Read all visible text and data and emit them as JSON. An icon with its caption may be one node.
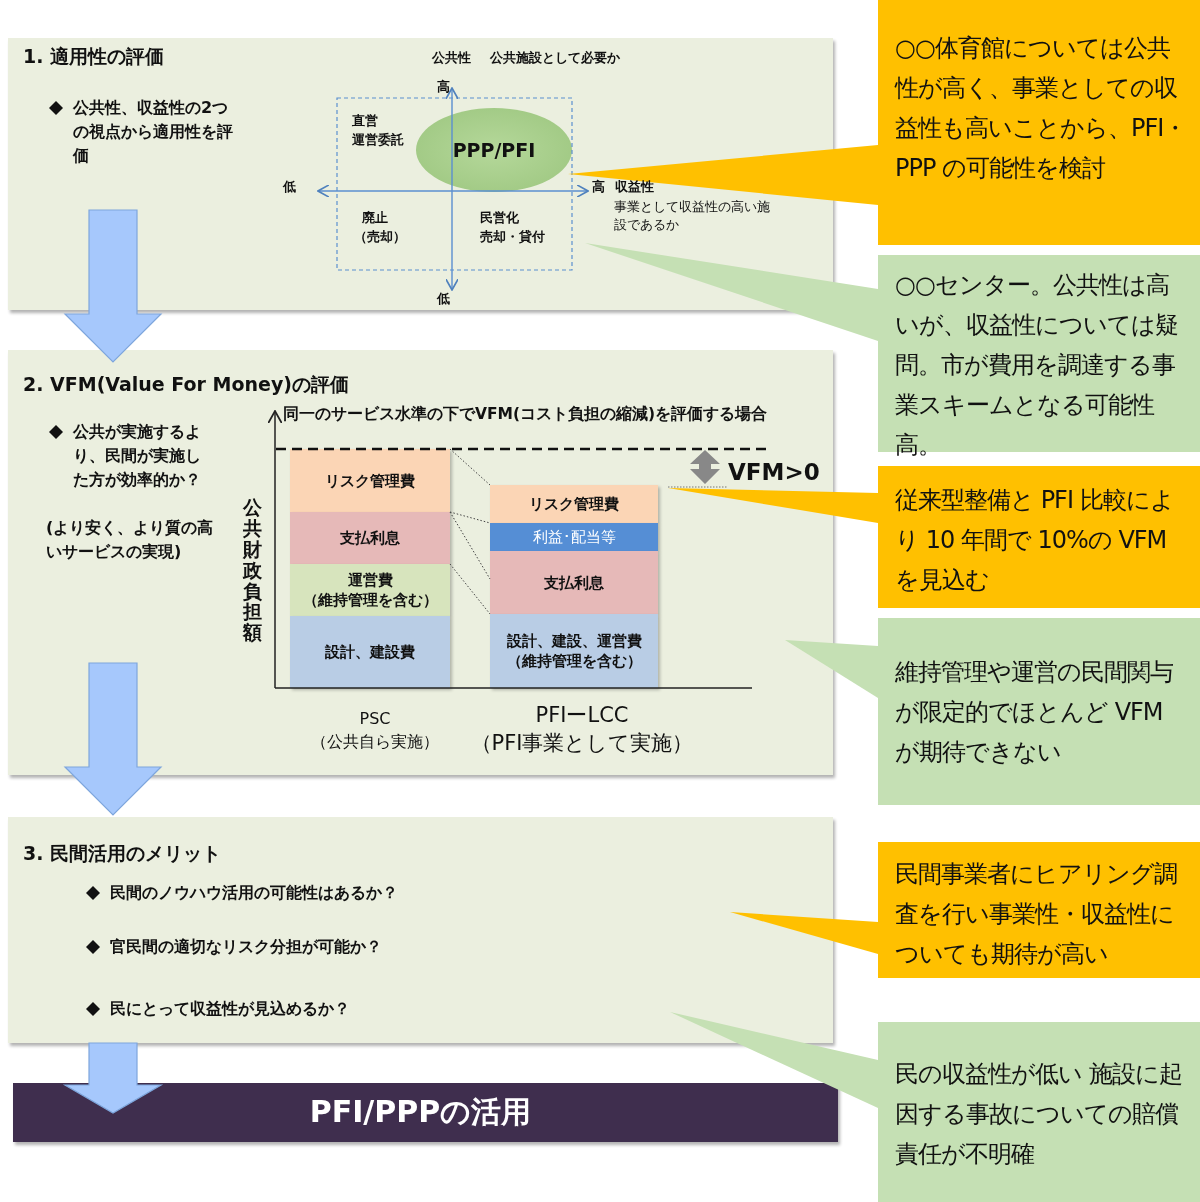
{
  "diagram": {
    "nodes": [
      {
        "text": [
          "1. 適用性の評価",
          "公共性、収益性の2つの視点から適用性を評価"
        ]
      },
      {
        "text": [
          "PPP/PFI"
        ],
        "in": 0
      },
      {
        "text": [
          "2. VFM(Value For Money)の評価",
          "公共が実施するより、民間が実施した方が効率的か？",
          "(より安く、より質の高いサービスの実現)"
        ]
      },
      {
        "text": [
          "リスク管理費"
        ],
        "in": 2
      },
      {
        "text": [
          "支払利息"
        ],
        "in": 2
      },
      {
        "text": [
          "運営費",
          "（維持管理を含む）"
        ],
        "in": 2
      },
      {
        "text": [
          "設計、建設費"
        ],
        "in": 2
      },
      {
        "text": [
          "リスク管理費"
        ],
        "in": 2
      },
      {
        "text": [
          "利益･配当等"
        ],
        "in": 2
      },
      {
        "text": [
          "支払利息"
        ],
        "in": 2
      },
      {
        "text": [
          "設計、建設、運営費",
          "（維持管理を含む）"
        ],
        "in": 2
      },
      {
        "text": [
          "3. 民間活用のメリット",
          "民間のノウハウ活用の可能性はあるか？",
          "官民間の適切なリスク分担が可能か？",
          "民にとって収益性が見込めるか？"
        ]
      },
      {
        "text": [
          "PFI/PPPの活用"
        ]
      },
      {
        "text": [
          "○○体育館については公共性が高く、事業としての収益性も高いことから、PFI・PPP の可能性を検討"
        ]
      },
      {
        "text": [
          "○○センター。公共性は高いが、収益性については疑問。市が費用を調達する事業スキームとなる可能性高。"
        ]
      },
      {
        "text": [
          "従来型整備と PFI 比較により 10 年間で 10%の VFM を見込む"
        ]
      },
      {
        "text": [
          "維持管理や運営の民間関与が限定的でほとんど VFM が期待できない"
        ]
      },
      {
        "text": [
          "民間事業者にヒアリング調査を行い事業性・収益性についても期待が高い"
        ]
      },
      {
        "text": [
          "民の収益性が低い 施設に起因する事故についての賠償責任が不明確"
        ]
      }
    ],
    "edges": [
      {
        "from": 0,
        "to": 2,
        "arrow": "to",
        "style": "thick",
        "color": "#a6c8fc"
      },
      {
        "from": 2,
        "to": 11,
        "arrow": "to",
        "style": "thick",
        "color": "#a6c8fc"
      },
      {
        "from": 11,
        "to": 12,
        "arrow": "to",
        "style": "thick",
        "color": "#a6c8fc"
      },
      {
        "from": 3,
        "to": 7,
        "arrow": "none",
        "style": "dashed"
      },
      {
        "from": 4,
        "to": 8,
        "arrow": "none",
        "style": "dashed"
      },
      {
        "from": 4,
        "to": 9,
        "arrow": "none",
        "style": "dashed"
      },
      {
        "from": 5,
        "to": 10,
        "arrow": "none",
        "style": "dashed"
      },
      {
        "from": 13,
        "to": 1,
        "arrow": "to",
        "style": "thick",
        "color": "#ffc000"
      },
      {
        "from": 14,
        "to": null,
        "arrow": "to",
        "style": "thick",
        "color": "#c5e0b4"
      },
      {
        "from": 15,
        "to": null,
        "arrow": "to",
        "style": "thick",
        "color": "#ffc000"
      },
      {
        "from": 16,
        "to": null,
        "arrow": "to",
        "style": "thick",
        "color": "#c5e0b4"
      },
      {
        "from": 17,
        "to": null,
        "arrow": "to",
        "style": "thick",
        "color": "#ffc000"
      },
      {
        "from": 18,
        "to": null,
        "arrow": "to",
        "style": "thick",
        "color": "#c5e0b4"
      }
    ],
    "labels": [
      "公共性",
      "公共施設として必要か",
      "高",
      "直営",
      "運営委託",
      "低",
      "高",
      "収益性",
      "事業として収益性の高い施設であるか",
      "廃止",
      "（売却）",
      "民営化",
      "売却・貸付",
      "低",
      "同一のサービス水準の下でVFM(コスト負担の縮減)を評価する場合",
      "公共財政負担額",
      "VFM>0",
      "PSC",
      "（公共自ら実施）",
      "PFIーLCC",
      "（PFI事業として実施）"
    ]
  }
}
